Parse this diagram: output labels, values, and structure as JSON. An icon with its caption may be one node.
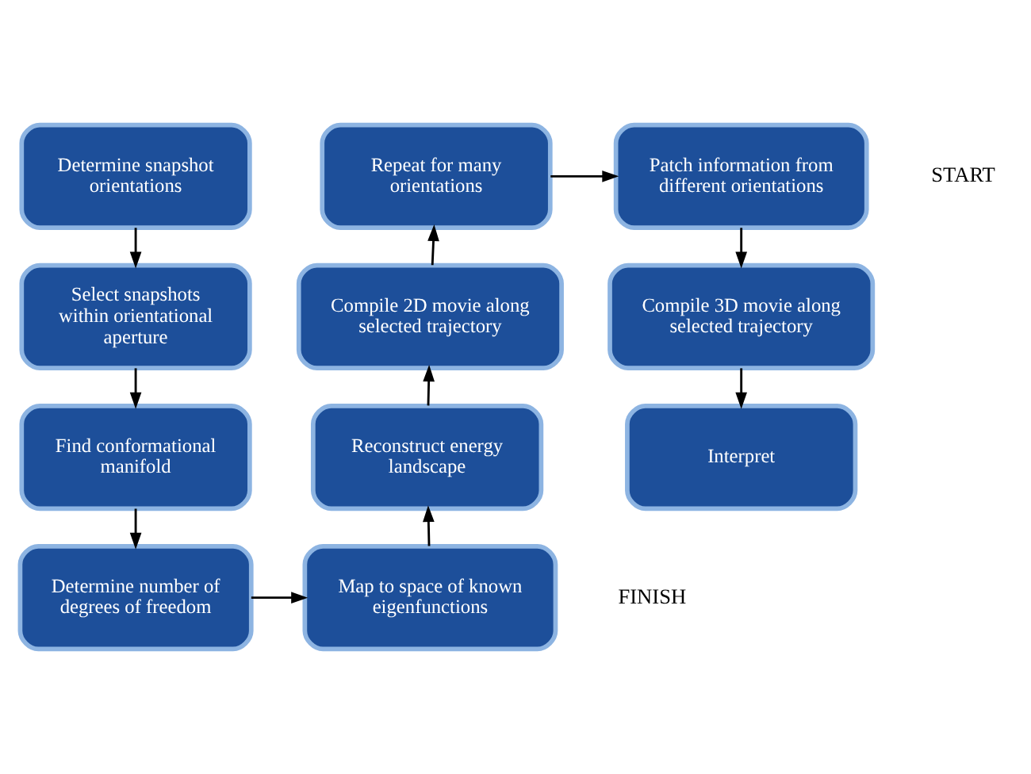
{
  "diagram": {
    "nodes": [
      {
        "text": [
          "Determine snapshot orientations"
        ]
      },
      {
        "text": [
          "Select snapshots within orientational aperture"
        ]
      },
      {
        "text": [
          "Find conformational manifold"
        ]
      },
      {
        "text": [
          "Determine number of degrees of freedom"
        ]
      },
      {
        "text": [
          "Map to space of known eigenfunctions"
        ]
      },
      {
        "text": [
          "Reconstruct energy landscape"
        ]
      },
      {
        "text": [
          "Compile 2D movie along selected trajectory"
        ]
      },
      {
        "text": [
          "Repeat for many orientations"
        ]
      },
      {
        "text": [
          "Patch information from different orientations"
        ]
      },
      {
        "text": [
          "Compile 3D movie along selected trajectory"
        ]
      },
      {
        "text": [
          "Interpret"
        ]
      }
    ],
    "edges": [
      {
        "from": 0,
        "to": 1,
        "arrow": "to"
      },
      {
        "from": 1,
        "to": 2,
        "arrow": "to"
      },
      {
        "from": 2,
        "to": 3,
        "arrow": "to"
      },
      {
        "from": 3,
        "to": 4,
        "arrow": "to"
      },
      {
        "from": 4,
        "to": 5,
        "arrow": "to"
      },
      {
        "from": 5,
        "to": 6,
        "arrow": "to"
      },
      {
        "from": 6,
        "to": 7,
        "arrow": "to"
      },
      {
        "from": 7,
        "to": 8,
        "arrow": "to"
      },
      {
        "from": 8,
        "to": 9,
        "arrow": "to"
      },
      {
        "from": 9,
        "to": 10,
        "arrow": "to"
      }
    ],
    "labels": [
      "START",
      "FINISH"
    ]
  }
}
